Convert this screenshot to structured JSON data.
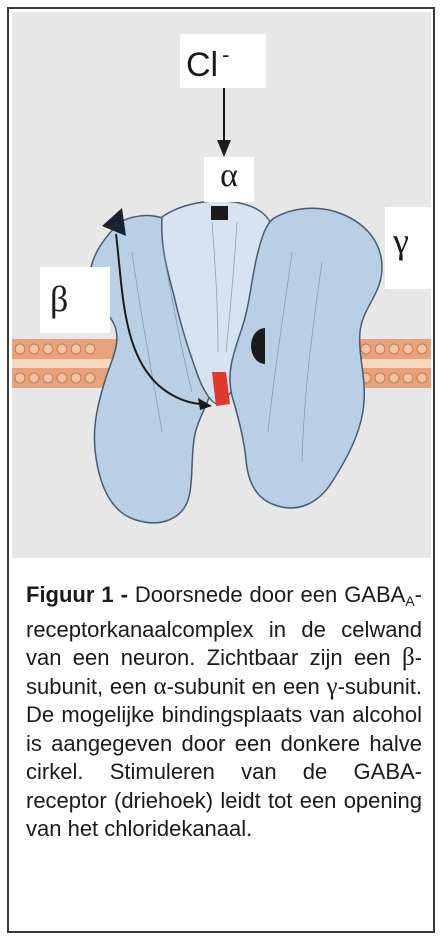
{
  "figure": {
    "label_ion": "Cl",
    "label_ion_charge": "-",
    "label_alpha": "α",
    "label_beta": "β",
    "label_gamma": "γ"
  },
  "caption": {
    "title": "Figuur 1 -",
    "part1": "Doorsnede door een GABA",
    "subscript": "A",
    "part2": "-receptorkanaalcomplex in de celwand van een neuron. Zichtbaar zijn een ",
    "beta": "β",
    "part3": "-subunit, een ",
    "alpha": "α",
    "part4": "-subunit en een ",
    "gamma": "γ",
    "part5": "-subunit. De mogelijke bindingsplaats van alcohol is aangegeven door een donkere halve cirkel. Stimuleren van de GABA-receptor (driehoek) leidt tot een opening van het chloridekanaal."
  },
  "colors": {
    "protein_fill": "#b9cfe6",
    "protein_stroke": "#4a5a70",
    "membrane": "#e8a57e",
    "channel_red": "#e03a2c",
    "panel_bg": "#e7e7e8"
  }
}
